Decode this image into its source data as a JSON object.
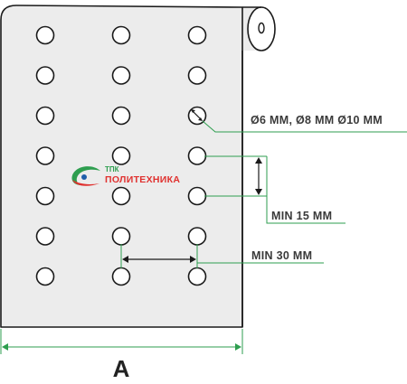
{
  "colors": {
    "sheet": "#ececec",
    "outline": "#1a1a1a",
    "leader": "#2e9e4f",
    "logo_green": "#2e9e4f",
    "logo_red": "#e0312f",
    "logo_blue": "#1f5faa",
    "dark_text": "#3a3a3a"
  },
  "logo": {
    "small_text": "ТПК",
    "main_text": "ПОЛИТЕХНИКА"
  },
  "labels": {
    "hole_diameters": "Ø6 MM, Ø8 MM Ø10 MM",
    "min_vertical": "MIN 15 MM",
    "min_horizontal": "MIN 30 MM",
    "width": "A"
  },
  "perforation": {
    "columns": 3,
    "rows": 7
  }
}
